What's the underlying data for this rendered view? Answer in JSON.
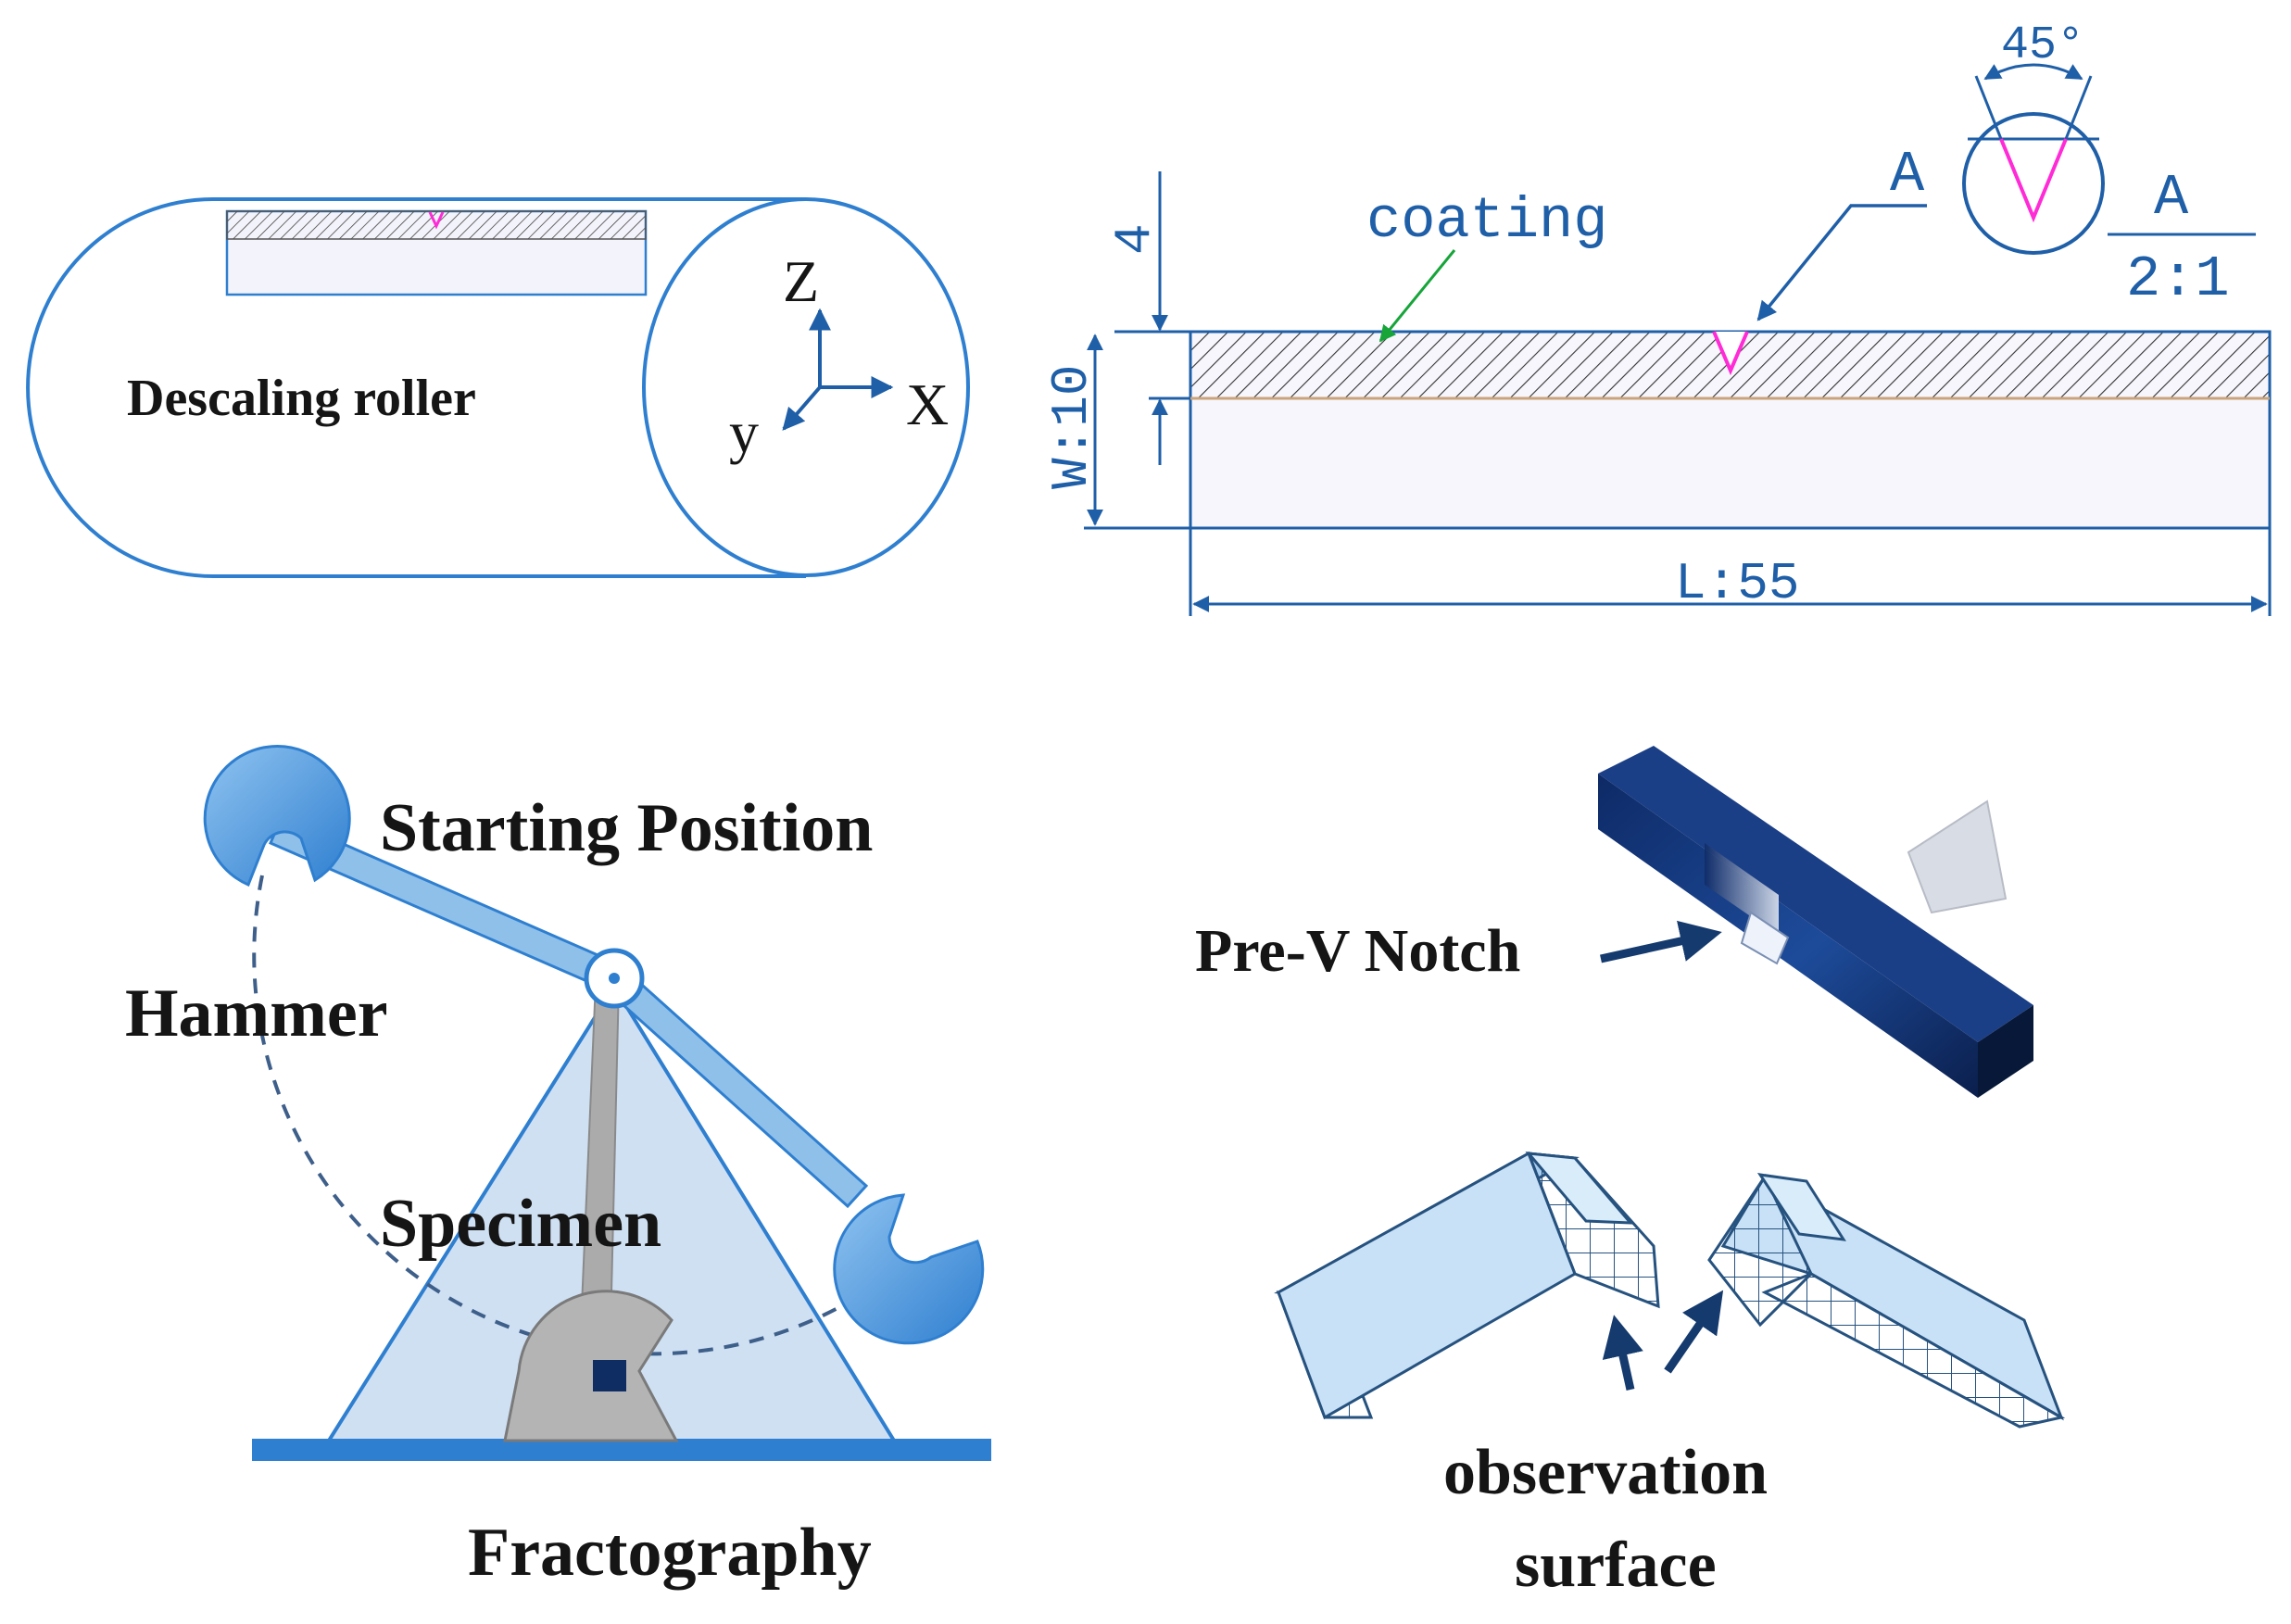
{
  "panel_roller": {
    "label": "Descaling roller",
    "axis_z": "Z",
    "axis_x": "X",
    "axis_y": "y"
  },
  "panel_drawing": {
    "coating_label": "coating",
    "section_mark": "A",
    "detail_title": "A",
    "detail_scale": "2:1",
    "angle_label": "45°",
    "thickness_label": "4",
    "width_label": "W:10",
    "length_label": "L:55"
  },
  "panel_tester": {
    "starting_position": "Starting Position",
    "hammer": "Hammer",
    "specimen": "Specimen",
    "fractography": "Fractography"
  },
  "panel_fracture": {
    "notch_label": "Pre-V Notch",
    "observation_line1": "observation",
    "observation_line2": "surface"
  },
  "colors": {
    "outline_blue": "#2f7fd0",
    "dimension_blue": "#1f5fa8",
    "notch_magenta": "#ff2bd6",
    "coating_green": "#17a53a",
    "light_blue": "#cfe0f3",
    "dark_navy": "#10275e",
    "gray": "#a8a8a8"
  }
}
